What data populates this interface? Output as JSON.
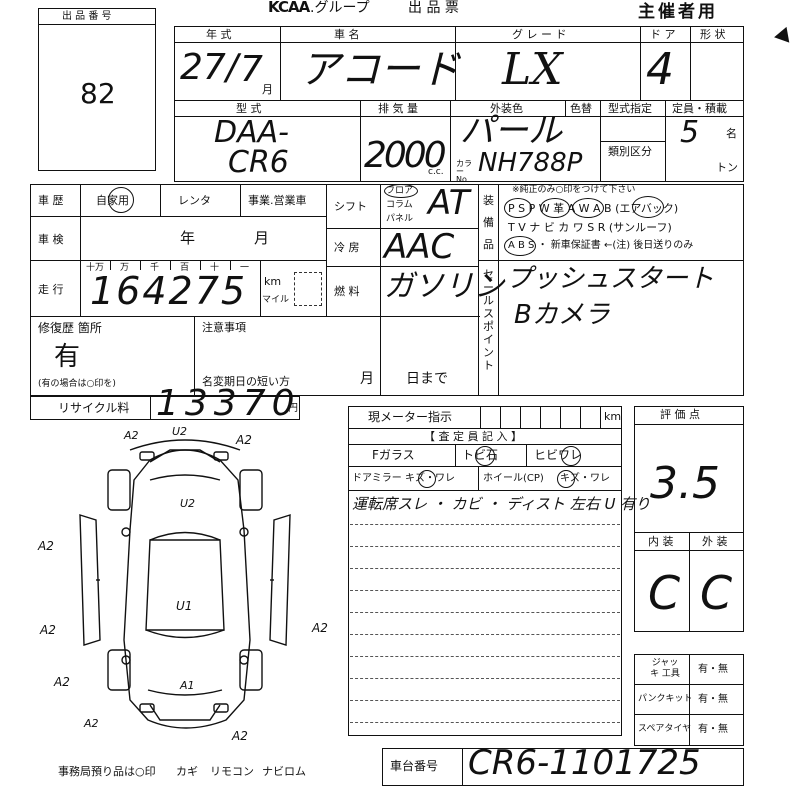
{
  "header": {
    "brand": "KCAA",
    "group": ".グループ",
    "form": "出 品 票",
    "organizer": "主催者用"
  },
  "lot": {
    "label": "出 品 番 号",
    "value": "82"
  },
  "top": {
    "year_label": "年 式",
    "car_name_label": "車 名",
    "grade_label": "グ レ ー ド",
    "door_label": "ド ア",
    "shape_label": "形 状",
    "year_value": "27",
    "month_value": "7",
    "month_unit": "月",
    "car_name_value": "アコード",
    "grade_value": "LX",
    "door_value": "4",
    "model_label": "型 式",
    "displacement_label": "排 気 量",
    "exterior_label": "外装色",
    "color_change_label": "色替",
    "model_designation_label": "型式指定",
    "classification_label": "類別区分",
    "capacity_label": "定員・積載",
    "model_value_1": "DAA-",
    "model_value_2": "CR6",
    "displacement_value": "2000",
    "cc_unit": "c.c.",
    "exterior_value": "パール",
    "color_no_label": "カラー No.",
    "color_no_value": "NH788P",
    "capacity_value": "5",
    "capacity_unit": "名",
    "ton_unit": "トン"
  },
  "history": {
    "label": "車 歴",
    "options": [
      "自家用",
      "レンタ",
      "事業.営業車"
    ],
    "inspection_label": "車 検",
    "year_unit": "年",
    "month_unit": "月",
    "mileage_label": "走 行",
    "digit_headers": [
      "十万",
      "万",
      "千",
      "百",
      "十",
      "一"
    ],
    "mileage_value": "164275",
    "km_unit": "km",
    "mile_unit": "マイル"
  },
  "specs": {
    "shift_label": "シフト",
    "shift_opts": [
      "フロア",
      "コラム",
      "パネル"
    ],
    "shift_value": "AT",
    "ac_label": "冷 房",
    "ac_value": "AAC",
    "fuel_label": "燃 料",
    "fuel_value": "ガソリン"
  },
  "equipment": {
    "label": "装 備 品",
    "note": "※純正のみ○印をつけて下さい",
    "row1": "P S  P W  革 A W  A B (エアバック)",
    "row2": "T V  ナ ビ  カ ワ  S R (サンルーフ)",
    "row3": "A B S ・ 新車保証書 ←(注) 後日送りのみ"
  },
  "sales_point": {
    "label": "セールスポイント",
    "line1": "プッシュスタート",
    "line2": "Bカメラ"
  },
  "repair": {
    "label": "修復歴 箇所",
    "value": "有",
    "note": "(有の場合は○印を)"
  },
  "notice": {
    "label": "注意事項",
    "inspection_short": "名変期日の短い方",
    "month_unit": "月",
    "day_unit": "日まで"
  },
  "recycle": {
    "label": "リサイクル料",
    "value": "13370",
    "unit": "円"
  },
  "meter": {
    "label": "現メーター指示",
    "unit": "km",
    "inspector_label": "【 査 定 員 記 入 】",
    "f_glass": "Fガラス",
    "stone": "トビ石",
    "crack": "ヒビワレ",
    "mirror": "ドアミラー キズ・ワレ",
    "wheel": "ホイール(CP)",
    "wheel_cond": "キズ・ワレ",
    "remark": "運転席スレ ・ カビ ・ ディスト 左右 U 有り"
  },
  "grade": {
    "label": "評 価 点",
    "value": "3.5",
    "interior_label": "内 装",
    "exterior_label": "外 装",
    "interior_value": "C",
    "exterior_value": "C"
  },
  "tools": {
    "jack_label": "ジャッキ 工具",
    "puncture_label": "パンクキット",
    "spare_label": "スペアタイヤ",
    "option": "有・無"
  },
  "footer": {
    "office_note": "事務局預り品は○印",
    "items": [
      "カギ",
      "リモコン",
      "ナビロム"
    ],
    "chassis_label": "車台番号",
    "chassis_value": "CR6-1101725"
  },
  "diagram_marks": [
    "A2",
    "U2",
    "A2",
    "A2",
    "U2",
    "U1",
    "A2",
    "A2",
    "A2",
    "A1",
    "A2",
    "A2"
  ]
}
